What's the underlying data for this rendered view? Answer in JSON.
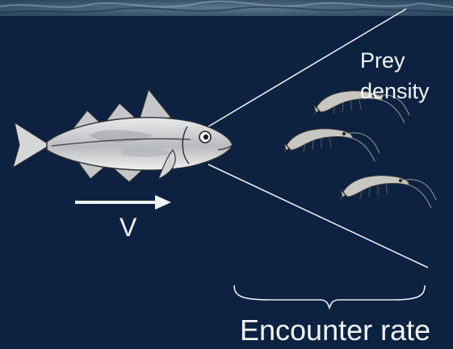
{
  "labels": {
    "prey_line1": "Prey",
    "prey_line2": "density",
    "velocity": "V",
    "encounter": "Encounter rate"
  },
  "icons": {
    "predator": "cod-fish-icon",
    "prey": "shrimp-icon",
    "motion": "arrow-right-icon",
    "group": "curly-brace-icon"
  },
  "colors": {
    "background": "#0d2240",
    "line": "#e8ecf2",
    "text": "#f2f4f7",
    "fish_body": "#c9cbcd",
    "shrimp": "#c8c6c0"
  }
}
